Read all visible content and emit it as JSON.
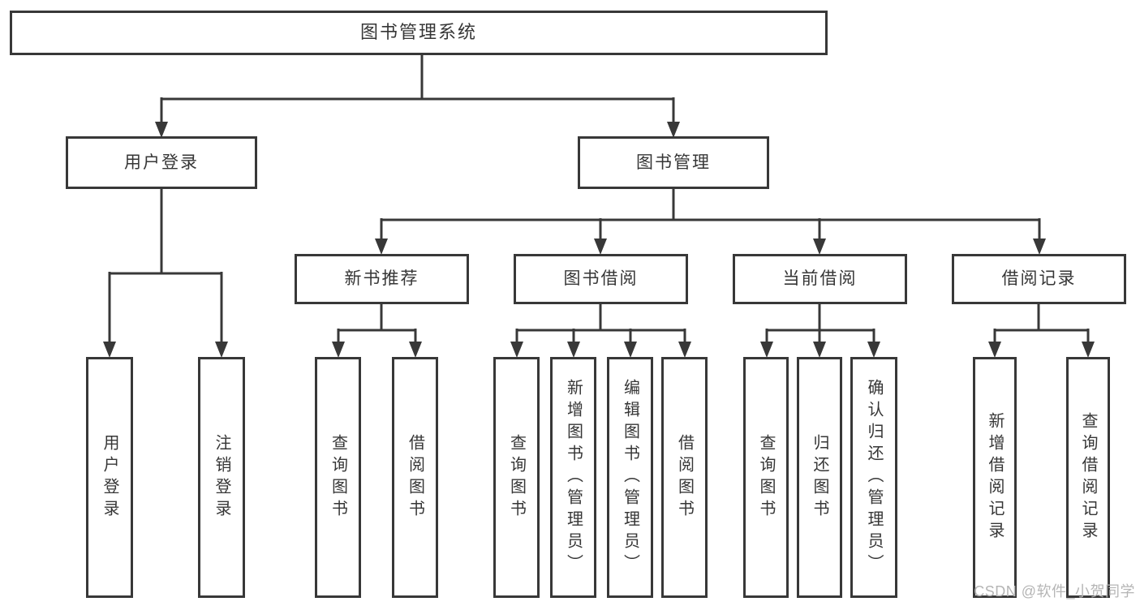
{
  "diagram": {
    "root": {
      "label": "图书管理系统"
    },
    "level2": [
      {
        "label": "用户登录"
      },
      {
        "label": "图书管理"
      }
    ],
    "level3": [
      {
        "label": "新书推荐"
      },
      {
        "label": "图书借阅"
      },
      {
        "label": "当前借阅"
      },
      {
        "label": "借阅记录"
      }
    ],
    "leaves": [
      {
        "label": "用户登录"
      },
      {
        "label": "注销登录"
      },
      {
        "label": "查询图书"
      },
      {
        "label": "借阅图书"
      },
      {
        "label": "查询图书"
      },
      {
        "label": "新增图书（管理员）"
      },
      {
        "label": "编辑图书（管理员）"
      },
      {
        "label": "借阅图书"
      },
      {
        "label": "查询图书"
      },
      {
        "label": "归还图书"
      },
      {
        "label": "确认归还（管理员）"
      },
      {
        "label": "新增借阅记录"
      },
      {
        "label": "查询借阅记录"
      }
    ]
  },
  "watermark": {
    "text": "CSDN @软件_小贺同学"
  },
  "colors": {
    "line": "#383838",
    "text": "#363636",
    "background": "#ffffff",
    "watermark": "#b5b5b5"
  }
}
